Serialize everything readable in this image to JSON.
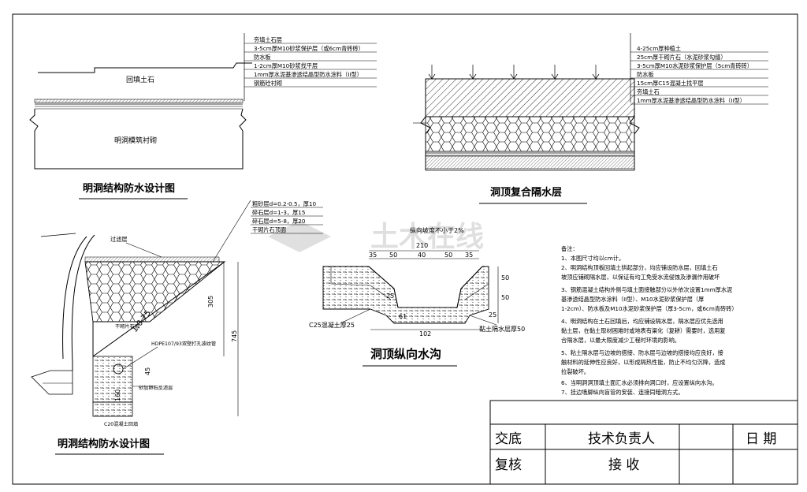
{
  "drawing": {
    "titles": {
      "fig1": "明洞结构防水设计图",
      "fig2": "洞顶复合隔水层",
      "fig3": "明洞结构防水设计图",
      "fig4": "洞顶纵向水沟"
    },
    "fig1": {
      "layers": [
        "夯填土石层",
        "3-5cm厚M10砂浆保护层（或6cm青砖砖）",
        "防水板",
        "1-2cm厚M10砂浆找平层",
        "1mm厚水泥基渗透结晶型防水涂料（II型）",
        "钢筋砼衬砌"
      ],
      "label_backfill": "回填土石",
      "label_lining": "明洞模筑衬砌"
    },
    "fig2": {
      "layers": [
        "4-25cm厚种植土",
        "25cm厚干砌片石（水泥砂浆勾缝）",
        "3-5cm厚M10水泥砂浆保护层（5cm青砖砖）",
        "防水板",
        "15cm厚C15混凝土找平层",
        "夯填土石",
        "1mm厚水泥基渗透结晶型防水涂料（II型）"
      ]
    },
    "fig3": {
      "layers": [
        "粗砂层d=0.2-0.5，厚10",
        "碎石层d=1-3，厚15",
        "碎石层d=5-8，厚20",
        "干砌片石顶面"
      ],
      "label_filter": "过滤层",
      "label_slope": "1:0.75",
      "label_dry_stone": "干砌片石层",
      "label_pipe": "HDPE107/93双壁打孔波纹管",
      "label_sand": "砂加卵石反滤层",
      "label_c20": "C20混凝土回填",
      "dim_305": "305",
      "dim_745": "745",
      "dim_45": "45",
      "dim_160": "160"
    },
    "fig4": {
      "slope_note": "纵向坡度不小于2%",
      "dim_top": "210",
      "dims_row": [
        "35",
        "50",
        "40",
        "50",
        "35"
      ],
      "dims_right": [
        "50",
        "50",
        "25"
      ],
      "dim_inner": "61",
      "dim_bottom": "102",
      "label_c25": "C25混凝土厚25",
      "label_clay": "黏土隔水层厚50",
      "dim_left": "25"
    },
    "notes": {
      "heading": "备注：",
      "items": [
        "1、本图尺寸均以cm计。",
        "2、明洞结构顶板回填土拱起部分，均应铺设防水层，回填土石",
        "   坡顶应铺砌隔水层，以保证有均工免受水流侵蚀及渗漏作用破坏",
        "3、钢筋混凝土结构外侧与填土面接触部分以外依次设置1mm厚水泥",
        "   基渗透结晶型防水涂料（II型）、M10水泥砂浆保护层（厚",
        "   1-2cm）、防水板及M10水泥砂浆保护层（厚3-5cm，或6cm青砖砖）",
        "4、明洞结构在土石回填后，均应铺设隔水层，隔水层应优先选用",
        "   黏土层，在黏土取材困难时或地表有渠化（复耕）需要时，选用复",
        "   合隔水层，以最大限度减少工程时环境的影响。",
        "5、粘土隔水层与边坡的搭接、防水层与边坡的搭接均应良好，接",
        "   触材料的延伸性应良好，以形成隔热性能，防止不均匀沉降，造成",
        "   拉裂破坏。",
        "6、当明洞洞顶填土面汇水必须排向洞口时，应设置纵向水沟。",
        "7、挂边墙脚纵向盲管的安装、连接同暗洞方式。"
      ]
    },
    "title_block": {
      "handover": "交底",
      "tech_lead": "技术负责人",
      "date": "日 期",
      "review": "复核",
      "receive": "接 收"
    },
    "watermark": "土木在线"
  }
}
